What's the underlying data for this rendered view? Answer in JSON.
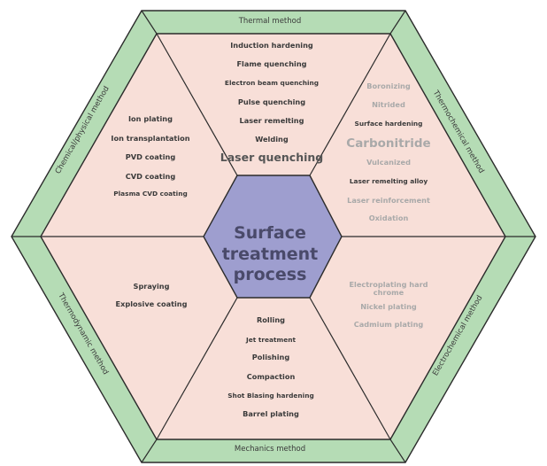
{
  "center": {
    "lines": [
      "Surface",
      "treatment",
      "process"
    ]
  },
  "colors": {
    "outer_ring": "#b5dcb5",
    "sector_fill": "#f8dfd8",
    "center_fill": "#9e9ecf",
    "stroke": "#2b2b2b"
  },
  "ring_labels": {
    "top": "Thermal method",
    "upper_right": "Thermochemical method",
    "lower_right": "Electrochemical method",
    "bottom": "Mechanics method",
    "lower_left": "Thermodynamic method",
    "upper_left": "Chemical/physical method"
  },
  "sectors": {
    "top": {
      "items": [
        "Induction hardening",
        "Flame quenching",
        "Electron beam quenching",
        "Pulse quenching",
        "Laser remelting",
        "Welding"
      ],
      "heading": "Laser quenching"
    },
    "upper_right": {
      "items_a": [
        "Boronizing",
        "Nitrided",
        "Surface hardening"
      ],
      "heading": "Carbonitride",
      "items_b": [
        "Vulcanized",
        "Laser remelting alloy",
        "Laser reinforcement",
        "Oxidation"
      ]
    },
    "lower_right": {
      "items": [
        "Electroplating hard",
        "chrome",
        "Nickel plating",
        "Cadmium plating"
      ]
    },
    "bottom": {
      "items": [
        "Rolling",
        "Jet treatment",
        "Polishing",
        "Compaction",
        "Shot Blasing hardening",
        "Barrel plating"
      ]
    },
    "lower_left": {
      "items": [
        "Spraying",
        "Explosive coating"
      ]
    },
    "upper_left": {
      "items": [
        "Ion plating",
        "Ion transplantation",
        "PVD coating",
        "CVD coating",
        "Plasma CVD coating"
      ]
    }
  }
}
